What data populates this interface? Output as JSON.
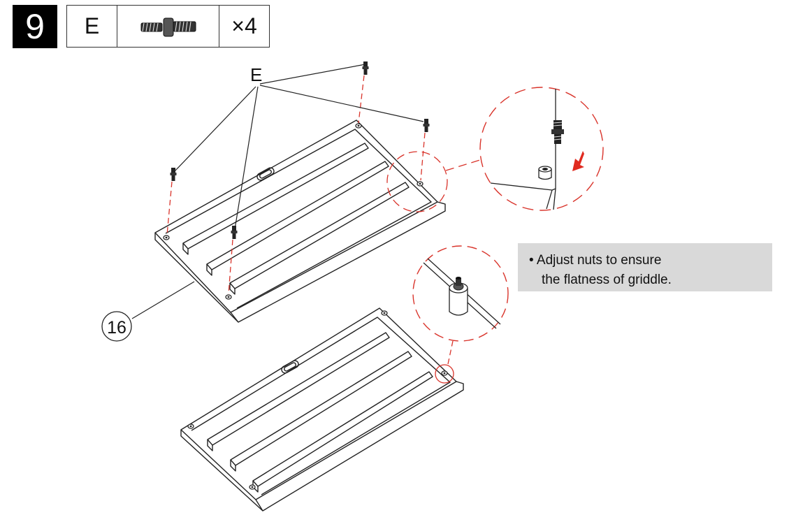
{
  "step": {
    "number": "9"
  },
  "parts": [
    {
      "letter": "E",
      "icon": "bolt-icon",
      "quantity": "×4"
    }
  ],
  "callouts": {
    "bolt_label": "E",
    "part_number": "16"
  },
  "note": {
    "bullet": "•",
    "line1": "Adjust nuts to ensure",
    "line2": "the flatness of griddle."
  },
  "colors": {
    "line": "#222222",
    "dash_red": "#d9342b",
    "arrow_red": "#e02a1f",
    "note_bg": "#d9d9d9"
  }
}
